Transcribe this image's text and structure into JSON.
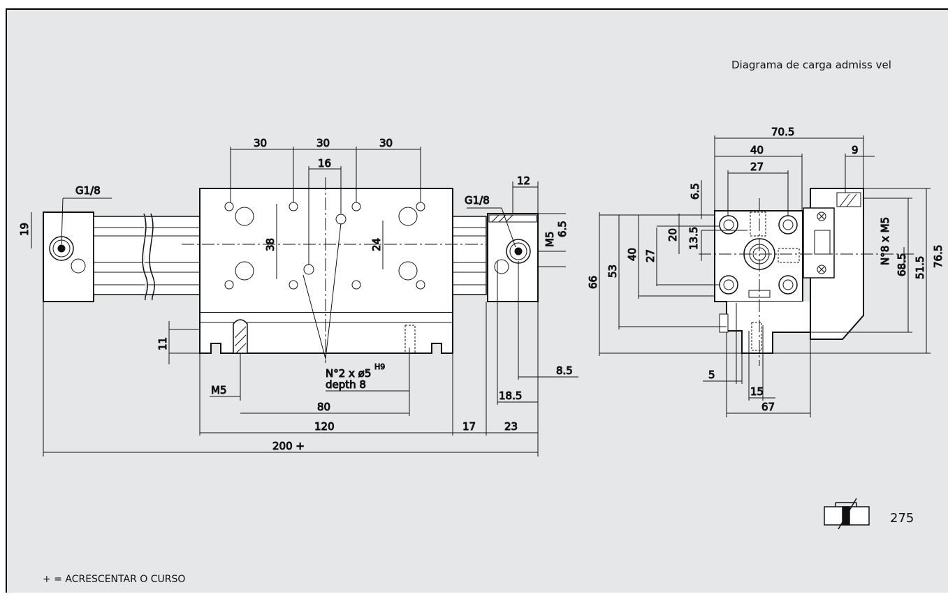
{
  "header": {
    "title": "Diagrama de carga admiss vel"
  },
  "footer": {
    "note": "+ = ACRESCENTAR O CURSO"
  },
  "symbol": {
    "number": "275"
  },
  "side_view": {
    "port_left": "G1/8",
    "port_right": "G1/8",
    "dim_19": "19",
    "dim_30a": "30",
    "dim_30b": "30",
    "dim_30c": "30",
    "dim_16": "16",
    "dim_12": "12",
    "dim_38": "38",
    "dim_24": "24",
    "dim_m5_side": "M5",
    "dim_6_5": "6.5",
    "dim_11": "11",
    "dim_m5_bottom": "M5",
    "hole_note_1": "N°2 x ø5",
    "hole_note_sup": "H9",
    "hole_note_2": "depth 8",
    "dim_80": "80",
    "dim_120": "120",
    "dim_17": "17",
    "dim_23": "23",
    "dim_200": "200 +",
    "dim_8_5": "8.5",
    "dim_18_5": "18.5"
  },
  "end_view": {
    "dim_70_5": "70.5",
    "dim_40_top": "40",
    "dim_9": "9",
    "dim_27_top": "27",
    "dim_6_5": "6.5",
    "dim_20": "20",
    "dim_13_5": "13.5",
    "dim_66": "66",
    "dim_53": "53",
    "dim_40_side": "40",
    "dim_27_side": "27",
    "dim_m5_note": "N°8 x M5",
    "dim_68_5": "68.5",
    "dim_76_5": "76.5",
    "dim_51_5": "51.5",
    "dim_5": "5",
    "dim_15": "15",
    "dim_67": "67"
  }
}
